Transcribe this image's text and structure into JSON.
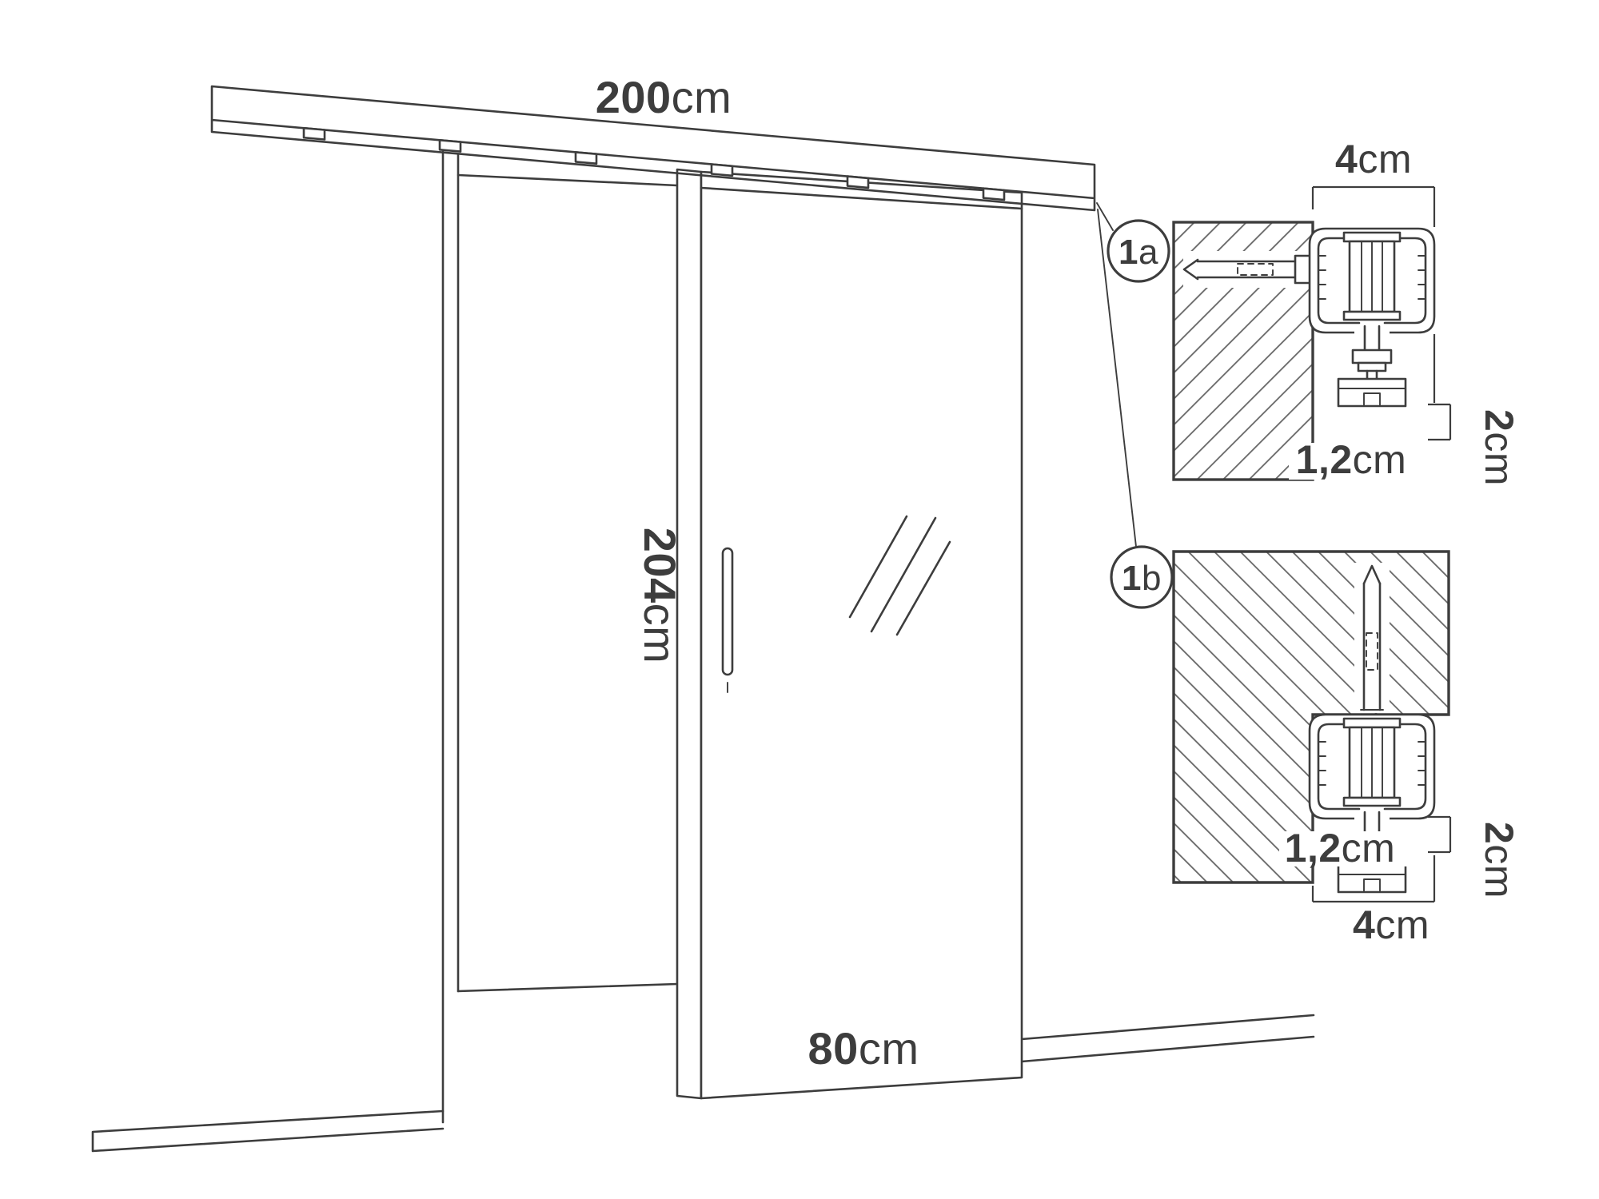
{
  "diagram": {
    "rail_width": {
      "value": "200",
      "unit": "cm"
    },
    "door_height": {
      "value": "204",
      "unit": "cm"
    },
    "door_width": {
      "value": "80",
      "unit": "cm"
    }
  },
  "callouts": {
    "a": {
      "number": "1",
      "letter": "a"
    },
    "b": {
      "number": "1",
      "letter": "b"
    }
  },
  "detail_a": {
    "rail_depth": {
      "value": "4",
      "unit": "cm"
    },
    "clearance": {
      "value": "2",
      "unit": "cm"
    },
    "offset": {
      "value": "1,2",
      "unit": "cm"
    }
  },
  "detail_b": {
    "clearance": {
      "value": "2",
      "unit": "cm"
    },
    "offset": {
      "value": "1,2",
      "unit": "cm"
    },
    "rail_depth": {
      "value": "4",
      "unit": "cm"
    }
  },
  "colors": {
    "line": "#3d3d3d",
    "background": "#ffffff"
  }
}
